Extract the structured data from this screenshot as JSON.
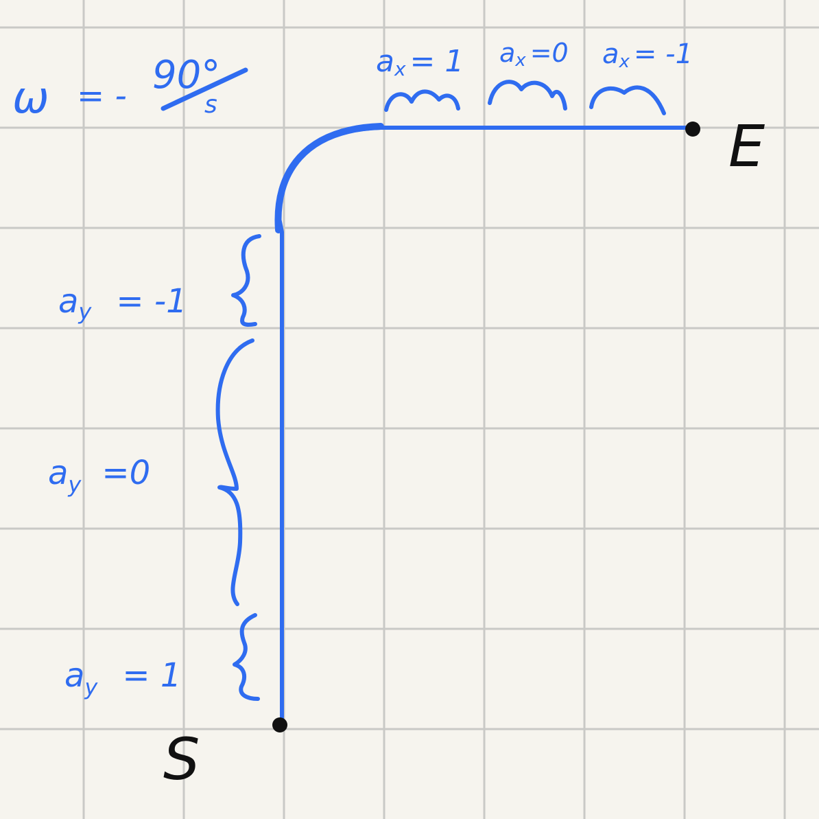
{
  "omega": {
    "symbol": "ω",
    "eq": "= -",
    "numerator": "90°",
    "denominator": "s"
  },
  "points": {
    "start": "S",
    "end": "E"
  },
  "segments_x": [
    {
      "label": "a",
      "sub": "x",
      "value": "= 1"
    },
    {
      "label": "a",
      "sub": "x",
      "value": "=0"
    },
    {
      "label": "a",
      "sub": "x",
      "value": "= -1"
    }
  ],
  "segments_y": [
    {
      "label": "a",
      "sub": "y",
      "value": "= -1"
    },
    {
      "label": "a",
      "sub": "y",
      "value": "=0"
    },
    {
      "label": "a",
      "sub": "y",
      "value": "= 1"
    }
  ],
  "colors": {
    "ink_blue": "#2f6cf0",
    "ink_black": "#111111",
    "grid": "#c9c9c6",
    "paper": "#f6f4ee"
  }
}
